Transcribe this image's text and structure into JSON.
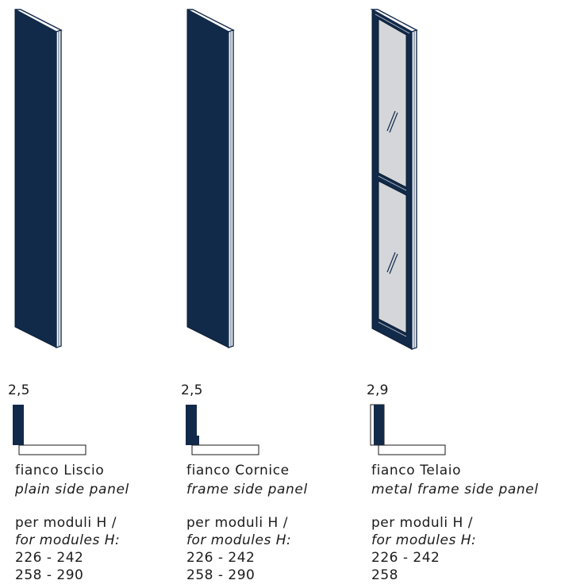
{
  "colors": {
    "panel_navy": "#122a4a",
    "glass": "#d4d6d9",
    "outline": "#1a1a1a"
  },
  "panels": [
    {
      "thickness": "2,5",
      "name_it": "fianco Liscio",
      "name_en": "plain side panel",
      "modules_it": "per moduli H /",
      "modules_en": "for modules H:",
      "heights": [
        "226 - 242",
        "258 - 290"
      ]
    },
    {
      "thickness": "2,5",
      "name_it": "fianco Cornice",
      "name_en": "frame side panel",
      "modules_it": "per moduli H /",
      "modules_en": "for modules H:",
      "heights": [
        "226 - 242",
        "258 - 290"
      ]
    },
    {
      "thickness": "2,9",
      "name_it": "fianco Telaio",
      "name_en": "metal frame side panel",
      "modules_it": "per moduli H /",
      "modules_en": "for modules H:",
      "heights": [
        "226 - 242",
        "258"
      ]
    }
  ]
}
